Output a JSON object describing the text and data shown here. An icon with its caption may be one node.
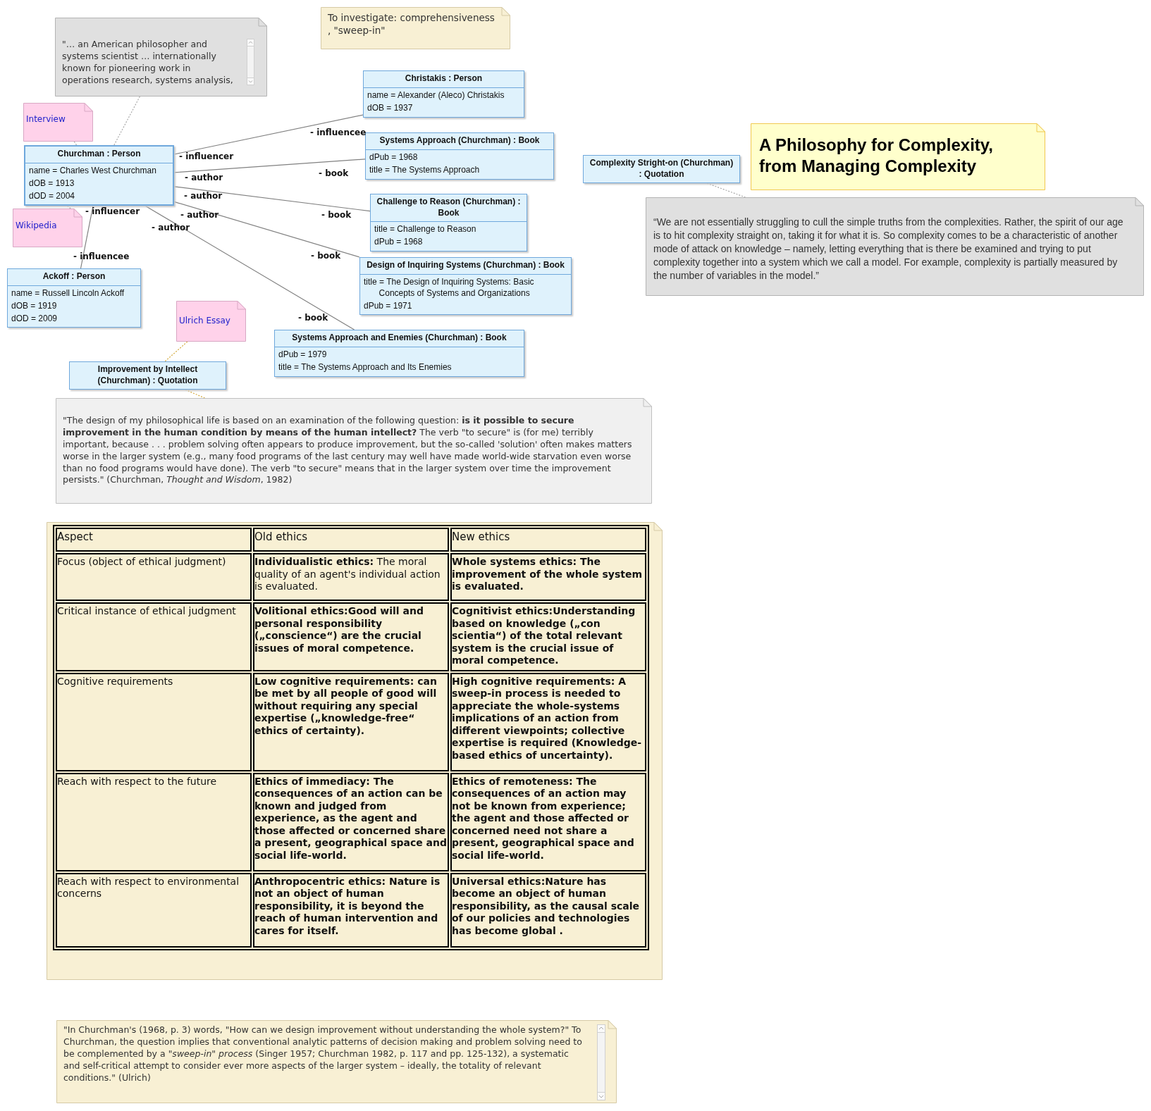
{
  "diagram": {
    "nodes": [
      {
        "text": [
          "\"… an American philosopher and systems scientist … internationally known for pioneering work in operations research, systems analysis,"
        ]
      },
      {
        "text": [
          "To investigate: comprehensiveness , \"sweep-in\""
        ]
      },
      {
        "text": [
          "Interview"
        ]
      },
      {
        "text": [
          "Churchman : Person",
          "name = Charles West Churchman",
          "dOB = 1913",
          "dOD = 2004"
        ]
      },
      {
        "text": [
          "Wikipedia"
        ]
      },
      {
        "text": [
          "Ackoff : Person",
          "name = Russell Lincoln Ackoff",
          "dOB = 1919",
          "dOD = 2009"
        ]
      },
      {
        "text": [
          "Christakis : Person",
          "name = Alexander (Aleco) Christakis",
          "dOB = 1937"
        ]
      },
      {
        "text": [
          "Systems Approach (Churchman) : Book",
          "dPub = 1968",
          "title = The Systems Approach"
        ]
      },
      {
        "text": [
          "Challenge to Reason (Churchman) : Book",
          "title = Challenge to Reason",
          "dPub = 1968"
        ]
      },
      {
        "text": [
          "Design of Inquiring Systems (Churchman) : Book",
          "title = The Design of Inquiring Systems: Basic Concepts of Systems and Organizations",
          "dPub = 1971"
        ]
      },
      {
        "text": [
          "Systems Approach and Enemies (Churchman) : Book",
          "dPub = 1979",
          "title = The Systems Approach and Its Enemies"
        ]
      },
      {
        "text": [
          "Ulrich Essay"
        ]
      },
      {
        "text": [
          "Improvement by Intellect (Churchman) : Quotation"
        ]
      },
      {
        "text": [
          "\"The design of my philosophical life is based on an examination of the following question: **is it possible to secure improvement in the human condition by means of the human intellect?** The verb \"to secure\" is (for me) terribly important, because . . . problem solving often appears to produce improvement, but the so-called 'solution' often makes matters worse in the larger system (e.g., many food programs of the last century may well have made world-wide starvation even worse than no food programs would have done). The verb \"to secure\" means that in the larger system over time the improvement persists.\" (Churchman, *Thought and Wisdom*, 1982)"
        ]
      },
      {
        "text": [
          "Complexity Stright-on (Churchman) : Quotation"
        ]
      },
      {
        "text": [
          "A Philosophy for Complexity, from Managing Complexity"
        ]
      },
      {
        "text": [
          "“We are not essentially struggling to cull the simple truths from the complexities. Rather, the spirit of our age is to hit complexity straight on, taking it for what it is. So complexity comes to be a characteristic of another mode of attack on knowledge – namely, letting everything that is there be examined and trying to put complexity together into a system which we call a model. For example, complexity is partially measured by the number of variables in the model.”"
        ]
      },
      {
        "text": [
          "\"In Churchman's (1968, p. 3) words, \"How can we design improvement without understanding the whole system?\" To Churchman, the question implies that conventional analytic patterns of decision making and problem solving need to be complemented by a *\"sweep-in\" process* (Singer 1957; Churchman 1982, p. 117 and pp. 125-132), a systematic and self-critical attempt to consider ever more aspects of the larger system – ideally, the totality of relevant conditions.\" (Ulrich)"
        ]
      }
    ],
    "edges": [
      {
        "from": 3,
        "to": 6,
        "arrow": "none",
        "label": "- influencer"
      },
      {
        "from": 3,
        "to": 7,
        "arrow": "none",
        "label": "- author"
      },
      {
        "from": 3,
        "to": 8,
        "arrow": "none",
        "label": "- author"
      },
      {
        "from": 3,
        "to": 9,
        "arrow": "none",
        "label": "- author"
      },
      {
        "from": 3,
        "to": 10,
        "arrow": "none",
        "label": "- author"
      },
      {
        "from": 3,
        "to": 5,
        "arrow": "none",
        "label": "- influencer"
      },
      {
        "from": 0,
        "to": 3,
        "arrow": "none",
        "style": "dashed",
        "color": "#a8a8a8"
      },
      {
        "from": 2,
        "to": 3,
        "arrow": "none",
        "style": "dashed",
        "color": "#a8a8a8"
      },
      {
        "from": 4,
        "to": 3,
        "arrow": "none",
        "style": "dashed",
        "color": "#a8a8a8"
      },
      {
        "from": 11,
        "to": 12,
        "arrow": "none",
        "style": "dashed",
        "color": "#d4aa3c"
      },
      {
        "from": 12,
        "to": 13,
        "arrow": "none",
        "style": "dashed",
        "color": "#d4aa3c"
      },
      {
        "from": 14,
        "to": 16,
        "arrow": "none",
        "style": "dashed",
        "color": "#a8a8a8"
      }
    ],
    "labels": [
      "- influencee",
      "- book",
      "- book",
      "- book",
      "- book",
      "- influencee",
      "Aspect",
      "Old ethics",
      "New ethics",
      "Focus (object of ethical judgment)",
      "**Individualistic ethics:** The moral quality of an agent's individual action is evaluated.",
      "Whole systems ethics: The improvement of the whole system is evaluated.",
      "Critical instance of ethical judgment",
      "Volitional ethics:Good will and personal responsibility („conscience“) are the crucial issues of moral competence.",
      "Cognitivist ethics:Understanding based on knowledge („con scientia“) of the total relevant system is the crucial issue of moral competence.",
      "Cognitive requirements",
      "Low cognitive requirements: can be met by all people of good will without requiring any special expertise („knowledge-free“ ethics of certainty).",
      "High cognitive requirements: A sweep-in process is needed to appreciate the whole-systems implications of an action from different viewpoints; collective expertise is required (Knowledge-based ethics of uncertainty).",
      "Reach with respect to the future",
      "Ethics of immediacy: The consequences of an action can be known and judged from experience, as the agent and those affected or concerned share a present, geographical space and social life-world.",
      "Ethics of remoteness: The consequences of an action may not be known from experience; the agent and those affected or concerned need not share a present, geographical space and social life-world.",
      "Reach with respect to environmental concerns",
      "Anthropocentric ethics: Nature is not an object of human responsibility, it is beyond the reach of human intervention and cares for itself.",
      "Universal ethics:Nature has become an object of human responsibility, as the causal scale of our policies and technologies has become global ."
    ]
  }
}
